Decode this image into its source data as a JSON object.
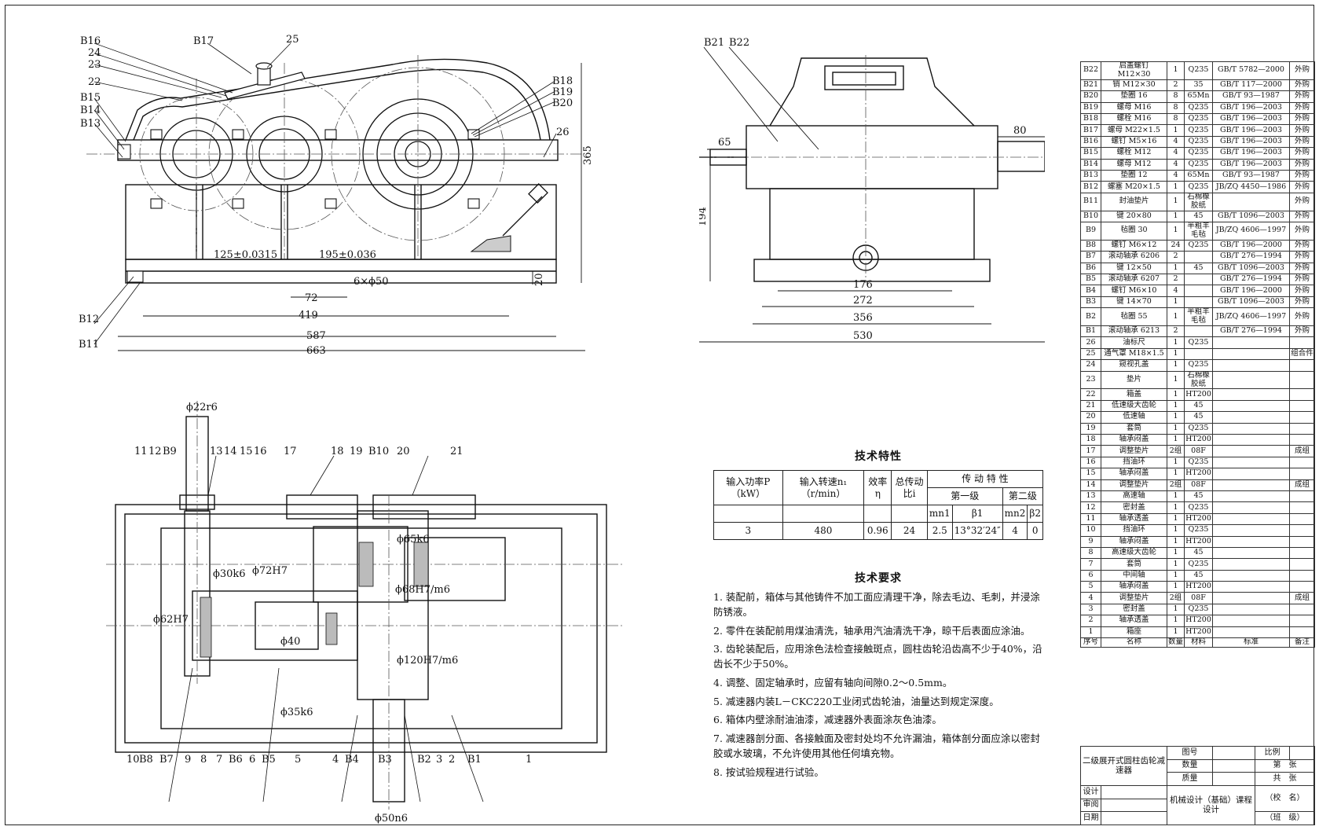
{
  "top_left_view": {
    "labels": [
      "B16",
      "24",
      "23",
      "22",
      "B15",
      "B14",
      "B13",
      "B17",
      "25",
      "B18",
      "B19",
      "B20",
      "26",
      "B12",
      "B11"
    ],
    "dims": [
      "125±0.0315",
      "195±0.036",
      "6×ϕ50",
      "72",
      "419",
      "587",
      "663",
      "365",
      "20"
    ]
  },
  "top_right_view": {
    "labels": [
      "B21",
      "B22"
    ],
    "dims": [
      "65",
      "80",
      "194",
      "176",
      "272",
      "356",
      "530"
    ]
  },
  "bottom_view": {
    "top_labels": [
      "11",
      "12",
      "B9",
      "13",
      "14",
      "15",
      "16",
      "17",
      "18",
      "19",
      "B10",
      "20",
      "21"
    ],
    "bottom_labels": [
      "10",
      "B8",
      "B7",
      "9",
      "8",
      "7",
      "B6",
      "6",
      "B5",
      "5",
      "4",
      "B4",
      "B3",
      "B2",
      "3",
      "2",
      "B1",
      "1"
    ],
    "dims": [
      "ϕ22r6",
      "ϕ30k6",
      "ϕ72H7",
      "ϕ65k6",
      "ϕ68H7/m6",
      "ϕ62H7",
      "ϕ40",
      "ϕ35k6",
      "ϕ120H7/m6",
      "ϕ50n6"
    ]
  },
  "tech_spec": {
    "title": "技术特性",
    "h_power": "输入功率P（kW）",
    "h_speed": "输入转速n₁（r/min）",
    "h_eff": "效率η",
    "h_ratio": "总传动比i",
    "h_trans": "传 动 特 性",
    "h_stage1": "第一级",
    "h_stage2": "第二级",
    "h_mn1": "mn1",
    "h_b1": "β1",
    "h_mn2": "mn2",
    "h_b2": "β2",
    "power": "3",
    "speed": "480",
    "eff": "0.96",
    "ratio": "24",
    "mn1": "2.5",
    "b1": "13°32′24″",
    "mn2": "4",
    "b2": "0"
  },
  "tech_req": {
    "title": "技术要求",
    "items": [
      "1. 装配前，箱体与其他铸件不加工面应清理干净，除去毛边、毛刺，并浸涂防锈液。",
      "2. 零件在装配前用煤油清洗，轴承用汽油清洗干净，晾干后表面应涂油。",
      "3. 齿轮装配后，应用涂色法检查接触斑点，圆柱齿轮沿齿高不少于40%，沿齿长不少于50%。",
      "4. 调整、固定轴承时，应留有轴向间隙0.2～0.5mm。",
      "5. 减速器内装L－CKC220工业闭式齿轮油，油量达到规定深度。",
      "6. 箱体内壁涂耐油油漆，减速器外表面涂灰色油漆。",
      "7. 减速器剖分面、各接触面及密封处均不允许漏油，箱体剖分面应涂以密封胶或水玻璃，不允许使用其他任何填充物。",
      "8. 按试验规程进行试验。"
    ]
  },
  "parts": {
    "header": [
      "序号",
      "名称",
      "数量",
      "材料",
      "标准",
      "备注"
    ],
    "rows": [
      [
        "B22",
        "启盖螺钉 M12×30",
        "1",
        "Q235",
        "GB/T 5782—2000",
        "外购"
      ],
      [
        "B21",
        "销 M12×30",
        "2",
        "35",
        "GB/T 117—2000",
        "外购"
      ],
      [
        "B20",
        "垫圈 16",
        "8",
        "65Mn",
        "GB/T 93—1987",
        "外购"
      ],
      [
        "B19",
        "螺母 M16",
        "8",
        "Q235",
        "GB/T 196—2003",
        "外购"
      ],
      [
        "B18",
        "螺栓 M16",
        "8",
        "Q235",
        "GB/T 196—2003",
        "外购"
      ],
      [
        "B17",
        "螺母 M22×1.5",
        "1",
        "Q235",
        "GB/T 196—2003",
        "外购"
      ],
      [
        "B16",
        "螺钉 M5×16",
        "4",
        "Q235",
        "GB/T 196—2003",
        "外购"
      ],
      [
        "B15",
        "螺栓 M12",
        "4",
        "Q235",
        "GB/T 196—2003",
        "外购"
      ],
      [
        "B14",
        "螺母 M12",
        "4",
        "Q235",
        "GB/T 196—2003",
        "外购"
      ],
      [
        "B13",
        "垫圈 12",
        "4",
        "65Mn",
        "GB/T 93—1987",
        "外购"
      ],
      [
        "B12",
        "螺塞 M20×1.5",
        "1",
        "Q235",
        "JB/ZQ 4450—1986",
        "外购"
      ],
      [
        "B11",
        "封油垫片",
        "1",
        "石棉橡胶纸",
        "",
        "外购"
      ],
      [
        "B10",
        "键 20×80",
        "1",
        "45",
        "GB/T 1096—2003",
        "外购"
      ],
      [
        "B9",
        "毡圈 30",
        "1",
        "半粗羊毛毡",
        "JB/ZQ 4606—1997",
        "外购"
      ],
      [
        "B8",
        "螺钉 M6×12",
        "24",
        "Q235",
        "GB/T 196—2000",
        "外购"
      ],
      [
        "B7",
        "滚动轴承 6206",
        "2",
        "",
        "GB/T 276—1994",
        "外购"
      ],
      [
        "B6",
        "键 12×50",
        "1",
        "45",
        "GB/T 1096—2003",
        "外购"
      ],
      [
        "B5",
        "滚动轴承 6207",
        "2",
        "",
        "GB/T 276—1994",
        "外购"
      ],
      [
        "B4",
        "螺钉 M6×10",
        "4",
        "",
        "GB/T 196—2000",
        "外购"
      ],
      [
        "B3",
        "键 14×70",
        "1",
        "",
        "GB/T 1096—2003",
        "外购"
      ],
      [
        "B2",
        "毡圈 55",
        "1",
        "半粗羊毛毡",
        "JB/ZQ 4606—1997",
        "外购"
      ],
      [
        "B1",
        "滚动轴承 6213",
        "2",
        "",
        "GB/T 276—1994",
        "外购"
      ],
      [
        "26",
        "油标尺",
        "1",
        "Q235",
        "",
        ""
      ],
      [
        "25",
        "通气罩 M18×1.5",
        "1",
        "",
        "",
        "组合件"
      ],
      [
        "24",
        "窥视孔盖",
        "1",
        "Q235",
        "",
        ""
      ],
      [
        "23",
        "垫片",
        "1",
        "石棉橡胶纸",
        "",
        ""
      ],
      [
        "22",
        "箱盖",
        "1",
        "HT200",
        "",
        ""
      ],
      [
        "21",
        "低速级大齿轮",
        "1",
        "45",
        "",
        ""
      ],
      [
        "20",
        "低速轴",
        "1",
        "45",
        "",
        ""
      ],
      [
        "19",
        "套筒",
        "1",
        "Q235",
        "",
        ""
      ],
      [
        "18",
        "轴承闷盖",
        "1",
        "HT200",
        "",
        ""
      ],
      [
        "17",
        "调整垫片",
        "2组",
        "08F",
        "",
        "成组"
      ],
      [
        "16",
        "挡油环",
        "1",
        "Q235",
        "",
        ""
      ],
      [
        "15",
        "轴承闷盖",
        "1",
        "HT200",
        "",
        ""
      ],
      [
        "14",
        "调整垫片",
        "2组",
        "08F",
        "",
        "成组"
      ],
      [
        "13",
        "高速轴",
        "1",
        "45",
        "",
        ""
      ],
      [
        "12",
        "密封盖",
        "1",
        "Q235",
        "",
        ""
      ],
      [
        "11",
        "轴承透盖",
        "1",
        "HT200",
        "",
        ""
      ],
      [
        "10",
        "挡油环",
        "1",
        "Q235",
        "",
        ""
      ],
      [
        "9",
        "轴承闷盖",
        "1",
        "HT200",
        "",
        ""
      ],
      [
        "8",
        "高速级大齿轮",
        "1",
        "45",
        "",
        ""
      ],
      [
        "7",
        "套筒",
        "1",
        "Q235",
        "",
        ""
      ],
      [
        "6",
        "中间轴",
        "1",
        "45",
        "",
        ""
      ],
      [
        "5",
        "轴承闷盖",
        "1",
        "HT200",
        "",
        ""
      ],
      [
        "4",
        "调整垫片",
        "2组",
        "08F",
        "",
        "成组"
      ],
      [
        "3",
        "密封盖",
        "1",
        "Q235",
        "",
        ""
      ],
      [
        "2",
        "轴承透盖",
        "1",
        "HT200",
        "",
        ""
      ],
      [
        "1",
        "箱座",
        "1",
        "HT200",
        "",
        ""
      ]
    ]
  },
  "title_block": {
    "name": "二级展开式圆柱齿轮减速器",
    "drawing_no": "图号",
    "scale": "比例",
    "qty": "数量",
    "page_of": "第　张",
    "weight": "质量",
    "total": "共　张",
    "design": "设计",
    "review": "审阅",
    "date": "日期",
    "course": "机械设计（基础）课程设计",
    "school": "（校　名）",
    "class": "（班　级）"
  }
}
